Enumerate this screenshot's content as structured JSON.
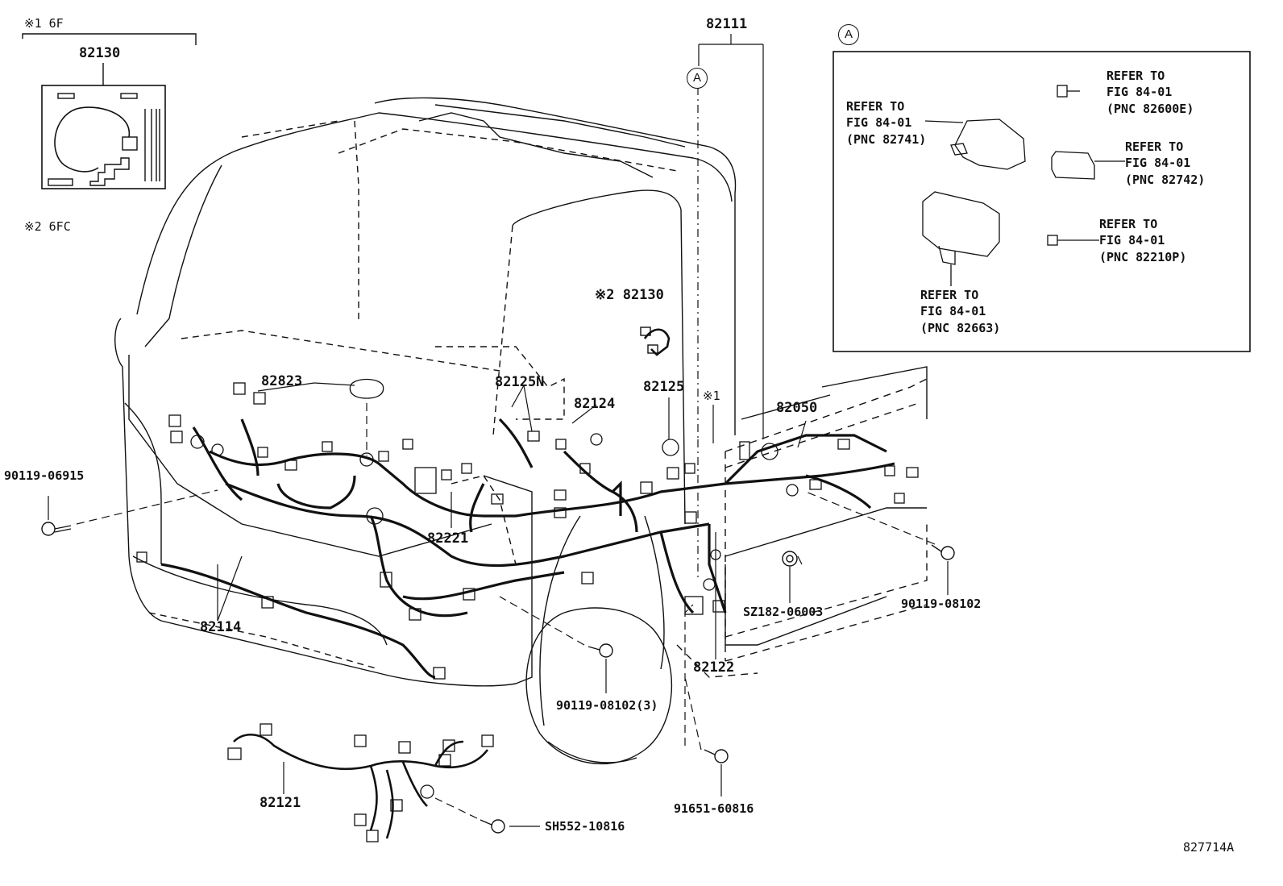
{
  "inset_6f": {
    "note": "※1 6F",
    "part": "82130"
  },
  "note_6fc": "※2 6FC",
  "callout_a": "A",
  "parts": {
    "p82111": "82111",
    "p82130_2": "※2 82130",
    "p82823": "82823",
    "p82125N": "82125N",
    "p82124": "82124",
    "p82125": "82125",
    "p_note1": "※1",
    "p82050": "82050",
    "p82221": "82221",
    "p82114": "82114",
    "p82122": "82122",
    "p82121": "82121",
    "b90119_06915": "90119-06915",
    "b90119_08102": "90119-08102",
    "bSZ182": "SZ182-06003",
    "b90119_08102_3": "90119-08102(3)",
    "b91651": "91651-60816",
    "bSH552": "SH552-10816"
  },
  "detail_a": {
    "refs": [
      {
        "line1": "REFER TO",
        "line2": "FIG 84-01",
        "line3": "(PNC 82600E)"
      },
      {
        "line1": "REFER TO",
        "line2": "FIG 84-01",
        "line3": "(PNC 82741)"
      },
      {
        "line1": "REFER TO",
        "line2": "FIG 84-01",
        "line3": "(PNC 82742)"
      },
      {
        "line1": "REFER TO",
        "line2": "FIG 84-01",
        "line3": "(PNC 82210P)"
      },
      {
        "line1": "REFER TO",
        "line2": "FIG 84-01",
        "line3": "(PNC 82663)"
      }
    ]
  },
  "figure_id": "827714A"
}
